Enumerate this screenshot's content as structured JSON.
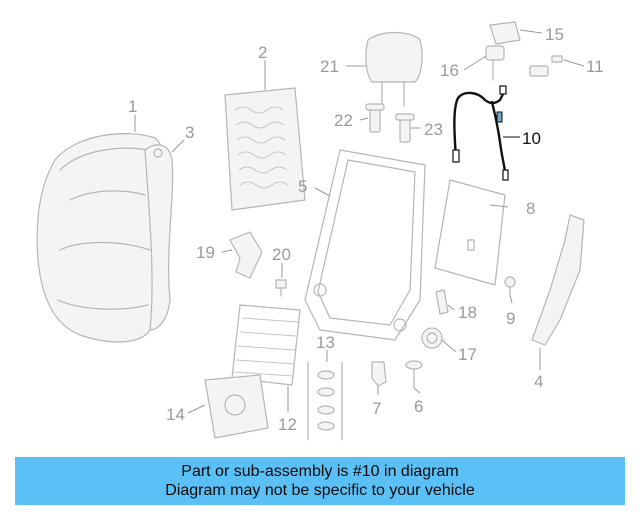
{
  "diagram": {
    "highlight_color": "#111111",
    "ghost_color": "#b5b5b5",
    "callouts": [
      {
        "id": "1",
        "text": "1"
      },
      {
        "id": "2",
        "text": "2"
      },
      {
        "id": "3",
        "text": "3"
      },
      {
        "id": "4",
        "text": "4"
      },
      {
        "id": "5",
        "text": "5"
      },
      {
        "id": "6",
        "text": "6"
      },
      {
        "id": "7",
        "text": "7"
      },
      {
        "id": "8",
        "text": "8"
      },
      {
        "id": "9",
        "text": "9"
      },
      {
        "id": "10",
        "text": "10",
        "highlighted": true
      },
      {
        "id": "11",
        "text": "11"
      },
      {
        "id": "12",
        "text": "12"
      },
      {
        "id": "13",
        "text": "13"
      },
      {
        "id": "14",
        "text": "14"
      },
      {
        "id": "15",
        "text": "15"
      },
      {
        "id": "16",
        "text": "16"
      },
      {
        "id": "17",
        "text": "17"
      },
      {
        "id": "18",
        "text": "18"
      },
      {
        "id": "19",
        "text": "19"
      },
      {
        "id": "20",
        "text": "20"
      },
      {
        "id": "21",
        "text": "21"
      },
      {
        "id": "22",
        "text": "22"
      },
      {
        "id": "23",
        "text": "23"
      }
    ]
  },
  "banner": {
    "background": "#5bc0f5",
    "line1": "Part or sub-assembly is #10 in diagram",
    "line2": "Diagram may not be specific to your vehicle"
  }
}
